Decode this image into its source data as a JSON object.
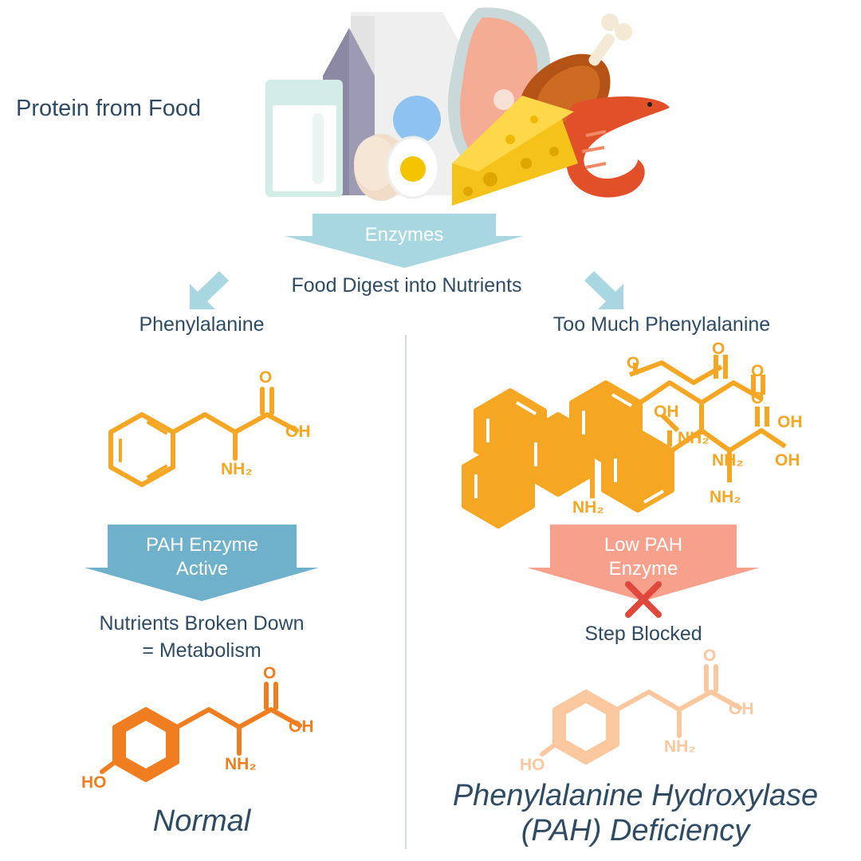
{
  "header": {
    "title": "Protein from Food"
  },
  "enzymes_arrow": {
    "label": "Enzymes"
  },
  "digest": {
    "label": "Food Digest into Nutrients"
  },
  "left": {
    "heading": "Phenylalanine",
    "molecule": {
      "oh": "OH",
      "o": "O",
      "nh2": "NH₂"
    },
    "arrow": {
      "line1": "PAH Enzyme",
      "line2": "Active"
    },
    "result": {
      "line1": "Nutrients Broken Down",
      "line2": "= Metabolism"
    },
    "product": {
      "oh": "OH",
      "o": "O",
      "nh2": "NH₂",
      "ho": "HO"
    },
    "outcome": "Normal"
  },
  "right": {
    "heading": "Too Much Phenylalanine",
    "cluster": {
      "o": "O",
      "oh": "OH",
      "nh2": "NH₂"
    },
    "arrow": {
      "line1": "Low PAH",
      "line2": "Enzyme"
    },
    "blocked": "Step Blocked",
    "product": {
      "oh": "OH",
      "o": "O",
      "nh2": "NH₂",
      "ho": "HO"
    },
    "outcome": {
      "line1": "Phenylalanine Hydroxylase",
      "line2": "(PAH) Deficiency"
    }
  },
  "colors": {
    "text": "#2f4b63",
    "phe_orange": "#f5a623",
    "tyr_orange": "#f07d1f",
    "tyr_faded": "#fbc79e",
    "arrow_light": "#a9d7e1",
    "arrow_blue": "#6fb0cb",
    "arrow_salmon": "#f7a08b",
    "blocked_red": "#e0483b"
  }
}
